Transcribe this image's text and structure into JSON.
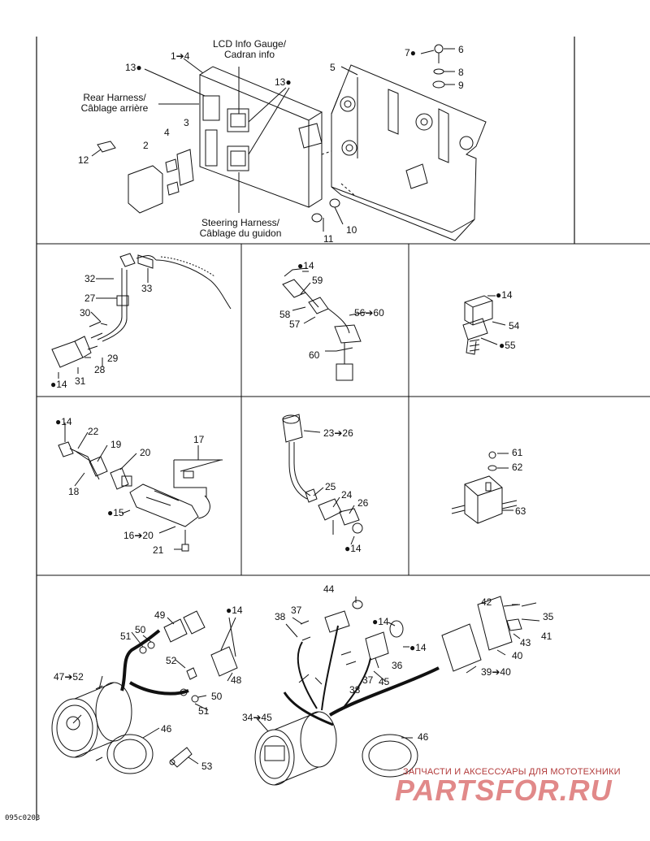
{
  "labels": {
    "lcd_gauge": [
      "LCD Info Gauge/",
      "Cadran info"
    ],
    "rear_harness": [
      "Rear Harness/",
      "Câblage arrière"
    ],
    "steering_harness": [
      "Steering Harness/",
      "Câblage du guidon"
    ]
  },
  "callouts": {
    "c1_4": "1➔4",
    "c2": "2",
    "c3": "3",
    "c4": "4",
    "c5": "5",
    "c6": "6",
    "c7": "7",
    "c8": "8",
    "c9": "9",
    "c10": "10",
    "c11": "11",
    "c12": "12",
    "c13a": "13",
    "c13b": "13",
    "c14_s2a": "14",
    "c14_s3": "14",
    "c14_s4": "14",
    "c14_s5": "14",
    "c14_s6a": "14",
    "c14_s6b": "14",
    "c14_s6c": "14",
    "c15": "15",
    "c16_20": "16➔20",
    "c17": "17",
    "c18": "18",
    "c19": "19",
    "c20": "20",
    "c21": "21",
    "c22": "22",
    "c23_26": "23➔26",
    "c24": "24",
    "c25": "25",
    "c26": "26",
    "c27": "27",
    "c28": "28",
    "c29": "29",
    "c30": "30",
    "c31": "31",
    "c32": "32",
    "c33": "33",
    "c34_45": "34➔45",
    "c35": "35",
    "c36": "36",
    "c37a": "37",
    "c37b": "37",
    "c38a": "38",
    "c38b": "38",
    "c39_40": "39➔40",
    "c40": "40",
    "c41": "41",
    "c42": "42",
    "c43": "43",
    "c44": "44",
    "c45": "45",
    "c46a": "46",
    "c46b": "46",
    "c47_52": "47➔52",
    "c48": "48",
    "c49": "49",
    "c50a": "50",
    "c50b": "50",
    "c51a": "51",
    "c51b": "51",
    "c52": "52",
    "c53": "53",
    "c54": "54",
    "c55": "55",
    "c56_60": "56➔60",
    "c57": "57",
    "c58": "58",
    "c59": "59",
    "c60": "60",
    "c61": "61",
    "c62": "62",
    "c63": "63"
  },
  "drawing_code": "095c0203",
  "watermark": {
    "top": "ЗАПЧАСТИ И АКСЕССУАРЫ ДЛЯ МОТОТЕХНИКИ",
    "brand": "PARTSFOR.RU"
  }
}
